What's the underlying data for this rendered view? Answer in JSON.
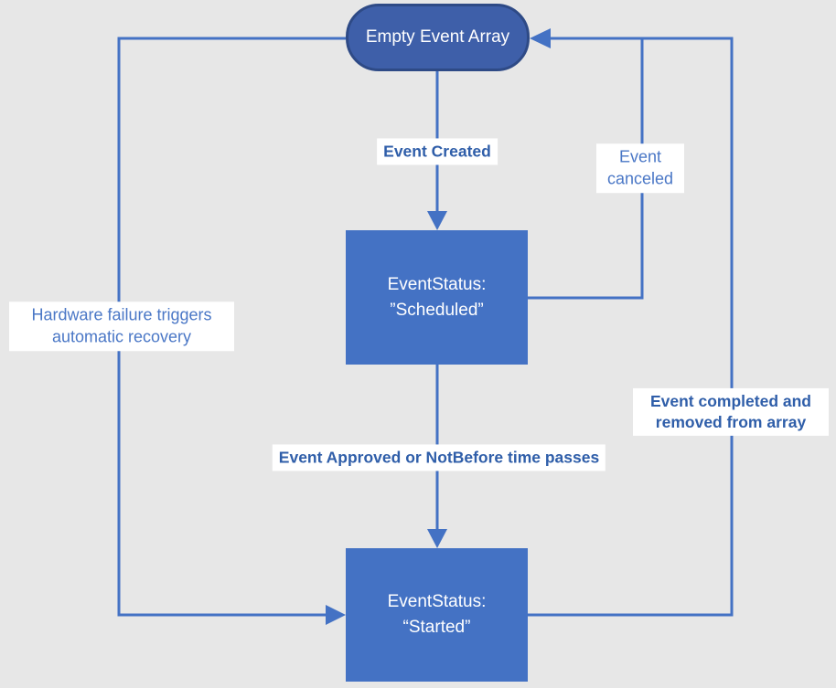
{
  "diagram": {
    "nodes": {
      "empty_event_array": {
        "label": "Empty Event Array"
      },
      "scheduled": {
        "line1": "EventStatus:",
        "line2": "”Scheduled”"
      },
      "started": {
        "line1": "EventStatus:",
        "line2": "“Started”"
      }
    },
    "edges": {
      "event_created": {
        "label": "Event Created"
      },
      "event_canceled": {
        "label": "Event canceled"
      },
      "hardware_failure": {
        "label": "Hardware failure triggers automatic recovery"
      },
      "event_approved": {
        "label": "Event Approved or NotBefore time passes"
      },
      "event_completed": {
        "label": "Event completed and removed from array"
      }
    },
    "colors": {
      "background": "#E7E7E7",
      "connector": "#4472C4",
      "state_box_fill": "#4472C4",
      "terminator_fill": "#3E5FA9",
      "terminator_border": "#2E4A86",
      "node_text": "#FFFFFF",
      "label_text_regular": "#4A77C6",
      "label_text_bold": "#2F5EA9",
      "label_background": "#FFFFFF"
    }
  }
}
